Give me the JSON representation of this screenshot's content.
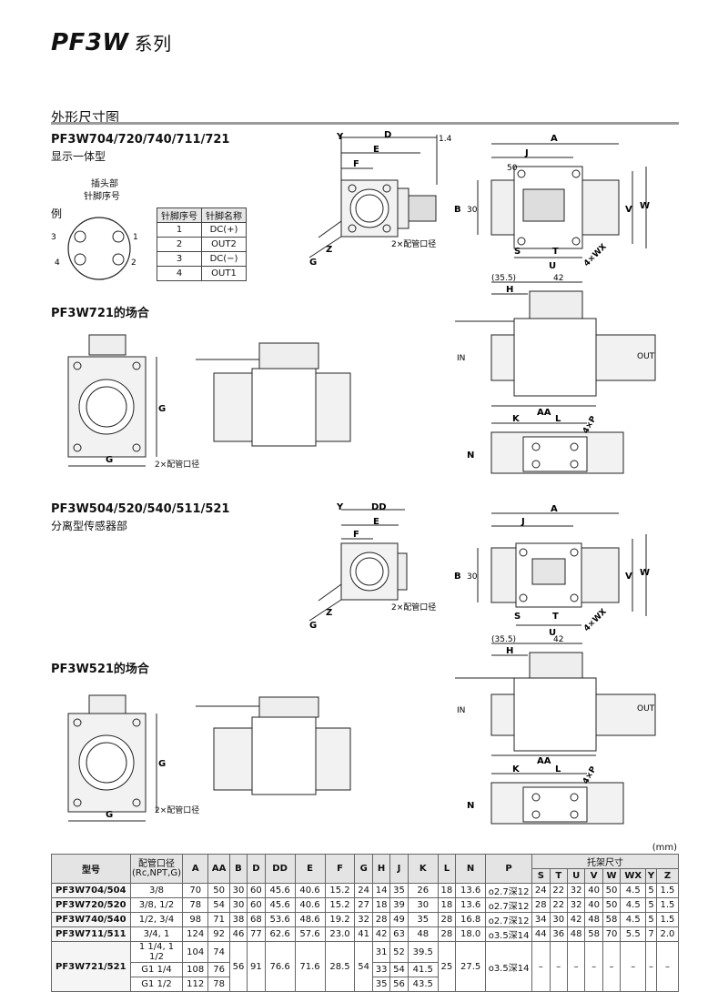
{
  "header": {
    "series": "PF3W",
    "series_suffix": "系列"
  },
  "section_title": "外形尺寸图",
  "block1": {
    "models": "PF3W704/720/740/711/721",
    "subtitle": "显示一体型"
  },
  "connector": {
    "title_line1": "插头部",
    "title_line2": "针脚序号",
    "example": "例",
    "pin_numbers": [
      "1",
      "2",
      "3",
      "4"
    ]
  },
  "pin_table": {
    "headers": [
      "针脚序号",
      "针脚名称"
    ],
    "rows": [
      [
        "1",
        "DC(+)"
      ],
      [
        "2",
        "OUT2"
      ],
      [
        "3",
        "DC(−)"
      ],
      [
        "4",
        "OUT1"
      ]
    ]
  },
  "block2": {
    "title": "PF3W721的场合"
  },
  "block3": {
    "models": "PF3W504/520/540/511/521",
    "subtitle": "分离型传感器部"
  },
  "block4": {
    "title": "PF3W521的场合"
  },
  "labels": {
    "port": "2×配管口径",
    "in": "IN",
    "out": "OUT",
    "wx": "4×WX",
    "p": "4×P",
    "dim_35_5": "(35.5)",
    "dim_42": "42",
    "dim_30": "30",
    "dim_1_4": "1.4",
    "Y": "Y",
    "D": "D",
    "DD": "DD",
    "E": "E",
    "F": "F",
    "Z": "Z",
    "G": "G",
    "A": "A",
    "J": "J",
    "B": "B",
    "V": "V",
    "W": "W",
    "S": "S",
    "T": "T",
    "U": "U",
    "H": "H",
    "AA": "AA",
    "K": "K",
    "L": "L",
    "N": "N",
    "d50": "50"
  },
  "dims_table": {
    "unit": "(mm)",
    "bracket_header": "托架尺寸",
    "headers": [
      "型号",
      "配管口径\n(Rc,NPT,G)",
      "A",
      "AA",
      "B",
      "D",
      "DD",
      "E",
      "F",
      "G",
      "H",
      "J",
      "K",
      "L",
      "N",
      "P",
      "S",
      "T",
      "U",
      "V",
      "W",
      "WX",
      "Y",
      "Z"
    ],
    "rows": [
      [
        "PF3W704/504",
        "3/8",
        "70",
        "50",
        "30",
        "60",
        "45.6",
        "40.6",
        "15.2",
        "24",
        "14",
        "35",
        "26",
        "18",
        "13.6",
        "o2.7深12",
        "24",
        "22",
        "32",
        "40",
        "50",
        "4.5",
        "5",
        "1.5"
      ],
      [
        "PF3W720/520",
        "3/8, 1/2",
        "78",
        "54",
        "30",
        "60",
        "45.6",
        "40.6",
        "15.2",
        "27",
        "18",
        "39",
        "30",
        "18",
        "13.6",
        "o2.7深12",
        "28",
        "22",
        "32",
        "40",
        "50",
        "4.5",
        "5",
        "1.5"
      ],
      [
        "PF3W740/540",
        "1/2, 3/4",
        "98",
        "71",
        "38",
        "68",
        "53.6",
        "48.6",
        "19.2",
        "32",
        "28",
        "49",
        "35",
        "28",
        "16.8",
        "o2.7深12",
        "34",
        "30",
        "42",
        "48",
        "58",
        "4.5",
        "5",
        "1.5"
      ],
      [
        "PF3W711/511",
        "3/4, 1",
        "124",
        "92",
        "46",
        "77",
        "62.6",
        "57.6",
        "23.0",
        "41",
        "42",
        "63",
        "48",
        "28",
        "18.0",
        "o3.5深14",
        "44",
        "36",
        "48",
        "58",
        "70",
        "5.5",
        "7",
        "2.0"
      ]
    ],
    "last_model": "PF3W721/521",
    "last_rows": [
      {
        "port": "1 1/4, 1 1/2",
        "A": "104",
        "AA": "74",
        "H": "31",
        "J": "52",
        "K": "39.5"
      },
      {
        "port": "G1 1/4",
        "A": "108",
        "AA": "76",
        "H": "33",
        "J": "54",
        "K": "41.5"
      },
      {
        "port": "G1 1/2",
        "A": "112",
        "AA": "78",
        "H": "35",
        "J": "56",
        "K": "43.5"
      }
    ],
    "last_shared": {
      "B": "56",
      "D": "91",
      "DD": "76.6",
      "E": "71.6",
      "F": "28.5",
      "G": "54",
      "L": "25",
      "N": "27.5",
      "P": "o3.5深14",
      "dash": "–"
    }
  }
}
